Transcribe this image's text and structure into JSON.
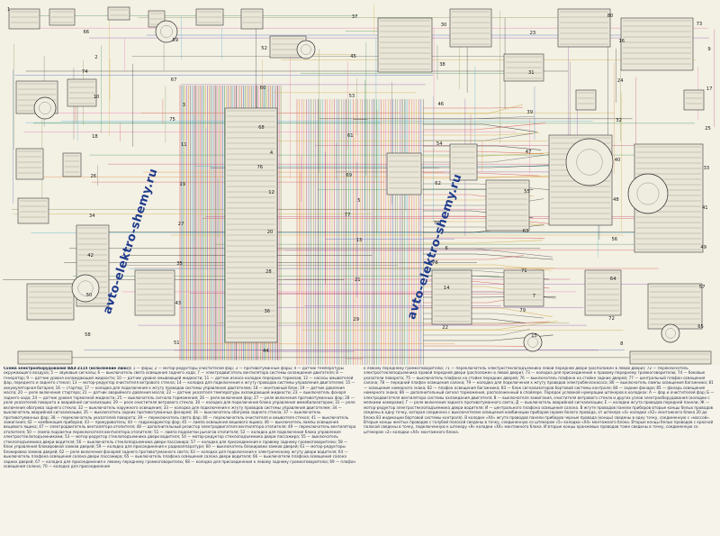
{
  "watermark": {
    "text": "avto-elektro-shemy.ru"
  },
  "component_numbers": [
    "1",
    "2",
    "3",
    "4",
    "5",
    "6",
    "7",
    "8",
    "9",
    "10",
    "11",
    "12",
    "13",
    "14",
    "15",
    "16",
    "17",
    "18",
    "19",
    "20",
    "21",
    "22",
    "23",
    "24",
    "25",
    "26",
    "27",
    "28",
    "29",
    "30",
    "31",
    "32",
    "33",
    "34",
    "35",
    "36",
    "37",
    "38",
    "39",
    "40",
    "41",
    "42",
    "43",
    "44",
    "45",
    "46",
    "47",
    "48",
    "49",
    "50",
    "51",
    "52",
    "53",
    "54",
    "55",
    "56",
    "57",
    "58",
    "59",
    "60",
    "61",
    "62",
    "63",
    "64",
    "65",
    "66",
    "67",
    "68",
    "69",
    "70",
    "71",
    "72",
    "73",
    "74",
    "75",
    "76",
    "77",
    "78",
    "79",
    "80"
  ],
  "legend": {
    "title": "Схема электрооборудования ВАЗ-2115 (исполнение люкс):",
    "left_text": "1 — фары; 2 — мотор-редукторы очистителей фар; 3 — противотуманные фары; 4 — датчик температуры окружающего воздуха; 5 — звуковые сигналы; 6 — выключатель света освещения заднего хода; 7 — электродвигатель вентилятора системы охлаждения двигателя; 8 — генератор; 9 — датчик уровня охлаждающей жидкости; 10 — датчик уровня омывающей жидкости; 11 — датчик износа колодок передних тормозов; 12 — насосы омывателей фар, переднего и заднего стекол; 13 — мотор-редуктор очистителя ветрового стекла; 14 — колодка для подключения к жгуту проводов системы управления двигателем; 15 — аккумуляторная батарея; 16 — стартер; 17 — колодка для подключения к жгуту проводов системы управления двигателем; 18 — монтажный блок; 19 — датчик давления масла; 20 — реле включения стартера; 21 — датчик аварийного давления масла; 22 — датчик указателя температуры охлаждающей жидкости; 23 — выключатель фонаря заднего хода; 24 — датчик уровня тормозной жидкости; 25 — выключатель сигнала торможения; 26 — реле включения фар; 27 — реле включения противотуманных фар; 28 — реле указателей поворота и аварийной сигнализации; 29 — реле очистителя ветрового стекла; 30 — колодка для подключения блока управления иммобилизатором; 31 — реле включения обогрева заднего стекла; 32 — выключатель наружного освещения; 33 — колодка для подключения к жгуту проводов системы управления двигателем; 34 — выключатель аварийной сигнализации; 35 — выключатель задних противотуманных фонарей; 36 — выключатель обогрева заднего стекла; 37 — выключатель противотуманных фар; 38 — переключатель указателей поворота; 39 — переключатель света фар; 40 — переключатель очистителя и омывателя стекол; 41 — выключатель зажигания; 42 — комбинация приборов; 43 — прикуриватель; 44 — гидрокорректор фар; 45 — лампа освещения вещевого ящика; 46 — выключатель лампы освещения вещевого ящика; 47 — электродвигатель вентилятора отопителя; 48 — дополнительный резистор электродвигателя вентилятора отопителя; 49 — переключатель вентилятора отопителя; 50 — лампа подсветки переключателя вентилятора отопителя; 51 — лампа подсветки рычагов отопителя; 52 — колодка для подключения блока управления электростеклоподъемниками; 53 — мотор-редуктор стеклоподъемника двери водителя; 54 — мотор-редуктор стеклоподъемника двери пассажира; 55 — выключатель стеклоподъемника двери водителя; 56 — выключатель стеклоподъемника двери пассажира; 57 — колодка для присоединения к правому заднему громкоговорителю; 58 — блок управления блокировкой замков дверей; 59 — колодка для присоединения к радиоаппаратуре; 60 — выключатель блокировки замков дверей; 61 — мотор-редукторы блокировки замков дверей; 62 — реле включения фонарей заднего противотуманного света; 63 — колодка для подключения к электрическому жгуту двери водителя; 64 — выключатель плафона освещения салона двери пассажира; 65 — выключатель плафона освещения салона двери водителя; 66 — выключатели плафона освещения салона задних дверей; 67 — колодка для присоединения к левому переднему громкоговорителю; 68 — колодка для присоединения к левому заднему громкоговорителю; 69 — плафон освещения салона; 70 — колодка для присоединения",
    "right_text": "к левому переднему громкоговорителю; 71 — переключатель электростеклоподъемника левой передней двери (расположен в левой двери); 72 — переключатель электростеклоподъемника правой передней двери (расположен в левой двери); 73 — колодка для присоединения к правому переднему громкоговорителю; 74 — боковые указатели поворота; 75 — выключатель плафона на стойке передних дверей; 76 — выключатель плафона на стойке задних дверей; 77 — центральный плафон освещения салона; 78 — передний плафон освещения салона; 79 — колодка для подключения к жгуту проводов электробензонасоса; 80 — выключатель лампы освещения багажника; 81 — освещение номерного знака; 82 — плафон освещения багажника; 83 — блок сигнализаторов бортовой системы контроля; 84 — задние фонари; 85 — фонарь освещения номерного знака; 86 — дополнительный сигнал торможения, расположенный в спойлере. Порядок условной нумерации штекеров в колодках: А — фар и очистителей фар; Б — электродвигателя вентилятора системы охлаждения двигателя; В — выключателя зажигания, очистителя ветрового стекла и других узлов электрооборудования (колодки с мелкими номерами); Г — реле включения заднего противотуманного света; Д — выключатель аварийной сигнализации; Е — колодки жгута проводов передней панели; Ж — мотор-редуктор электростеклоподъемника двери водителя; И — центрального плафона освещения салона. В жгуте проводов панели приборов вторые концы белых проводов сведены в одну точку, которая соединена с выключателем освещения комбинации приборов (кроме белого провода, от штекера «4» колодки «Х2» монтажного блока 20 до блока 83 индикации бортовой системы контроля). В колодке «Х4» жгута проводов панели приборов черные провода (концы) сведены в одну точку, соединенную с «массой». Вторые концы желтых проводов с голубой полосой сведены в точку, соединенную со штекером «5» колодки «Х4» монтажного блока. Вторые концы белых проводов с красной полосой сведены в точку, подключенную к штекеру «9» колодки «Х4» монтажного блока. И вторые концы оранжевых проводов тоже сведены в точку, соединенную со штекером «2» колодки «Х4» монтажного блока."
  }
}
